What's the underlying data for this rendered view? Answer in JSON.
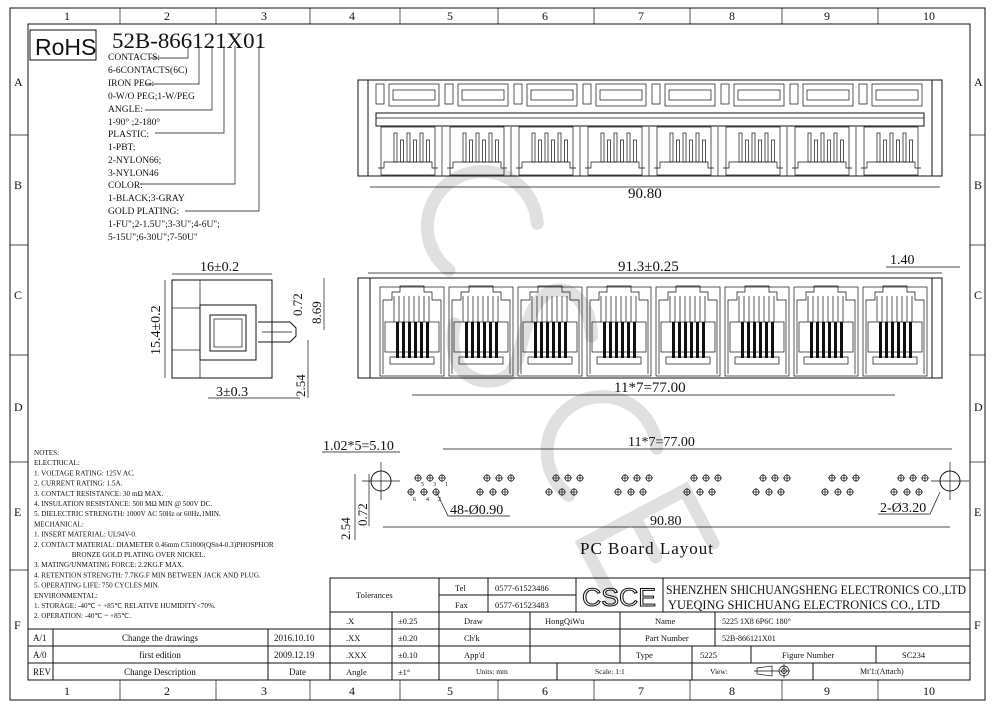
{
  "grid": {
    "columns": [
      "1",
      "2",
      "3",
      "4",
      "5",
      "6",
      "7",
      "8",
      "9",
      "10"
    ],
    "rows": [
      "A",
      "B",
      "C",
      "D",
      "E",
      "F"
    ]
  },
  "rohs": "RoHS",
  "part_code": {
    "number": "52B-866121X01",
    "legend": [
      "CONTACTS:",
      "6-6CONTACTS(6C)",
      "IRON PEG:",
      "0-W/O PEG;1-W/PEG",
      "ANGLE:",
      "1-90° ;2-180°",
      "PLASTIC:",
      "1-PBT;",
      "2-NYLON66;",
      "3-NYLON46",
      "COLOR:",
      "1-BLACK;3-GRAY",
      "GOLD PLATING:",
      "1-FU\";2-1.5U\";3-3U\";4-6U\";",
      "5-15U\";6-30U\";7-50U\""
    ]
  },
  "dimensions": {
    "top_width": "90.80",
    "front_width": "91.3±0.25",
    "front_offset": "1.40",
    "front_pitch": "11*7=77.00",
    "side_width": "16±0.2",
    "side_height": "15.4±0.2",
    "side_072": "0.72",
    "side_869": "8.69",
    "side_254": "2.54",
    "side_3": "3±0.3",
    "pcb_contact_pitch": "1.02*5=5.10",
    "pcb_pitch": "11*7=77.00",
    "pcb_holes": "48-Ø0.90",
    "pcb_peg_holes": "2-Ø3.20",
    "pcb_width": "90.80",
    "pcb_254": "2.54",
    "pcb_072": "0.72",
    "pin_labels_top": [
      "5",
      "3",
      "1"
    ],
    "pin_labels_bottom": [
      "6",
      "4",
      "2"
    ]
  },
  "pcb_title": "PC Board Layout",
  "watermark": "CSCE",
  "notes": [
    "NOTES:",
    "ELECTRICAL:",
    "1. VOLTAGE RATING: 125V AC.",
    "2. CURRENT RATING: 1.5A.",
    "3. CONTACT RESISTANCE: 30 mΩ MAX.",
    "4. INSULATION RESISTANCE: 500 MΩ MIN @ 500V DC.",
    "5. DIELECTRIC STRENGTH: 1000V AC 50Hz or 60Hz,1MIN.",
    "MECHANICAL:",
    "1. INSERT MATERIAL: UL94V-0.",
    "2. CONTACT MATERIAL: DIAMETER 0.46mm C51000(QSn4-0.3)PHOSPHOR",
    "                     BRONZE GOLD PLATING OVER NICKEL.",
    "3. MATING/UNMATING FORCE: 2.2KG.F MAX.",
    "4. RETENTION STRENGTH: 7.7KG.F MIN BETWEEN JACK AND PLUG.",
    "5. OPERATING LIFE: 750 CYCLES MIN.",
    "ENVIRONMENTAL:",
    "1. STORAGE: -40℃ ~ +85℃ RELATIVE HUMIDITY<70%.",
    "2. OPERATION: -40℃ ~ +85℃."
  ],
  "revisions": {
    "rows": [
      {
        "rev": "A/1",
        "description": "Change the drawings",
        "date": "2016.10.10"
      },
      {
        "rev": "A/0",
        "description": "first edition",
        "date": "2009.12.19"
      }
    ],
    "header": {
      "rev": "REV",
      "description": "Change Description",
      "date": "Date"
    }
  },
  "title_block": {
    "tolerances_label": "Tolerances",
    "tel_label": "Tel",
    "tel": "0577-61523486",
    "fax_label": "Fax",
    "fax": "0577-61523483",
    "logo": "CSCE",
    "company_1": "SHENZHEN SHICHUANGSHENG ELECTRONICS CO.,LTD",
    "company_2": "YUEQING SHICHUANG ELECTRONICS CO., LTD",
    "tol_rows": [
      {
        "k": ".X",
        "v": "±0.25"
      },
      {
        "k": ".XX",
        "v": "±0.20"
      },
      {
        "k": ".XXX",
        "v": "±0.10"
      },
      {
        "k": "Angle",
        "v": "±1°"
      }
    ],
    "draw_label": "Draw",
    "draw": "HongQiWu",
    "check_label": "Ch'k",
    "approve_label": "App'd",
    "name_label": "Name",
    "name": "5225 1X8 6P6C 180°",
    "part_number_label": "Part Number",
    "part_number": "52B-866121X01",
    "type_label": "Type",
    "type": "5225",
    "figure_number_label": "Figure Number",
    "figure_number": "SC234",
    "units": "Units: mm",
    "scale": "Scale: 1:1",
    "view_label": "View:",
    "material": "Mt'1:(Attach)"
  }
}
